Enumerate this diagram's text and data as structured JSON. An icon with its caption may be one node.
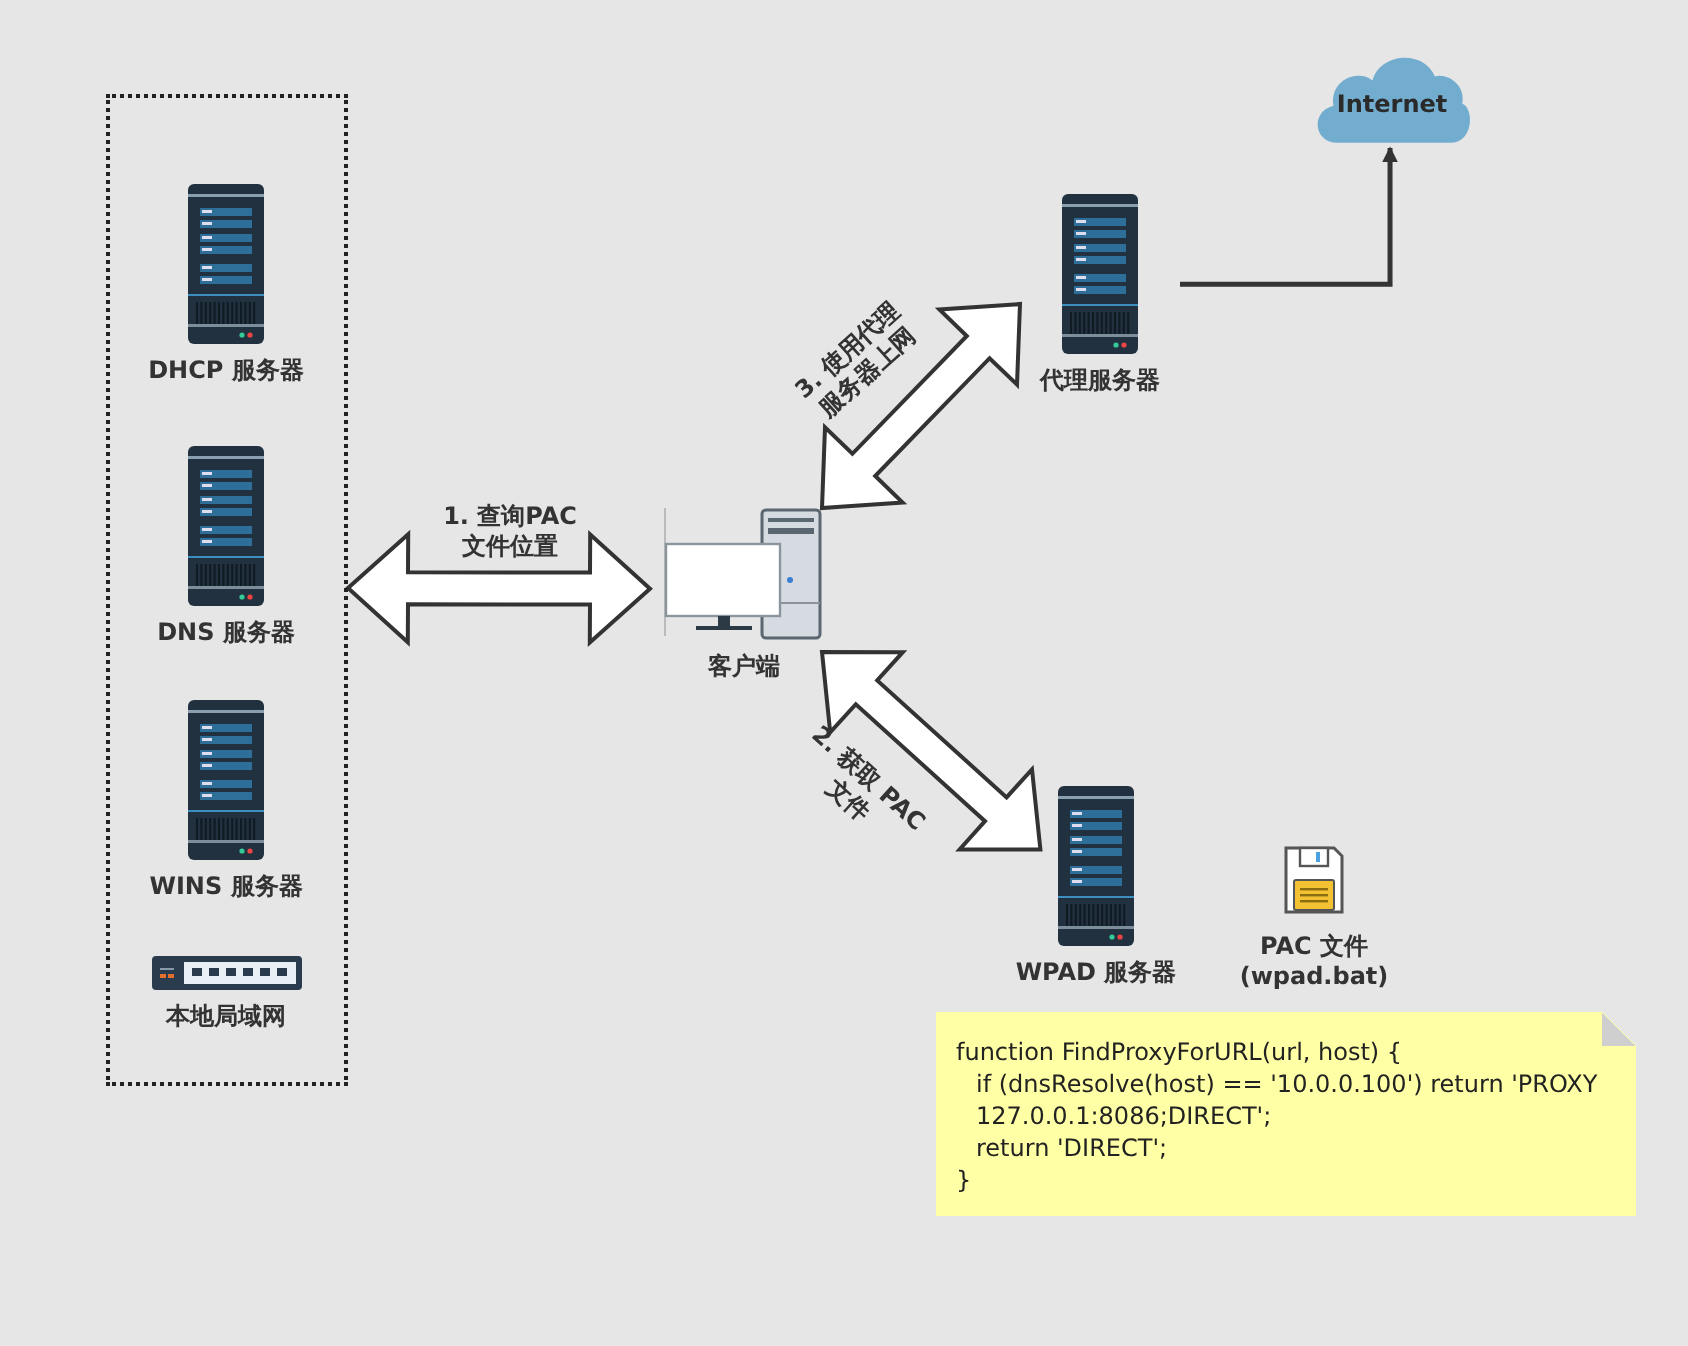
{
  "diagram": {
    "nodes": [
      {
        "text": [],
        "shape": "box"
      },
      {
        "text": [
          "DHCP 服务器"
        ],
        "in": 0
      },
      {
        "text": [
          "DNS 服务器"
        ],
        "in": 0
      },
      {
        "text": [
          "WINS 服务器"
        ],
        "in": 0
      },
      {
        "text": [
          "本地局域网"
        ],
        "in": 0
      },
      {
        "text": [
          "客户端"
        ]
      },
      {
        "text": [
          "代理服务器"
        ]
      },
      {
        "text": [
          "WPAD 服务器"
        ]
      },
      {
        "text": [
          "PAC 文件 (wpad.bat)"
        ]
      },
      {
        "text": [
          "Internet"
        ]
      },
      {
        "text": [
          "function FindProxyForURL(url, host) {",
          "if (dnsResolve(host) == '10.0.0.100') return 'PROXY 127.0.0.1:8086;DIRECT';",
          "return 'DIRECT';",
          "}"
        ]
      }
    ],
    "edges": [
      {
        "from": 0,
        "to": 5,
        "arrow": "both",
        "label": "1. 查询PAC 文件位置",
        "style": "thick"
      },
      {
        "from": 5,
        "to": 6,
        "arrow": "both",
        "label": "3. 使用代理服务器上网",
        "style": "thick"
      },
      {
        "from": 5,
        "to": 7,
        "arrow": "both",
        "label": "2. 获取 PAC 文件",
        "style": "thick"
      },
      {
        "from": 6,
        "to": 9,
        "arrow": "to"
      }
    ]
  }
}
